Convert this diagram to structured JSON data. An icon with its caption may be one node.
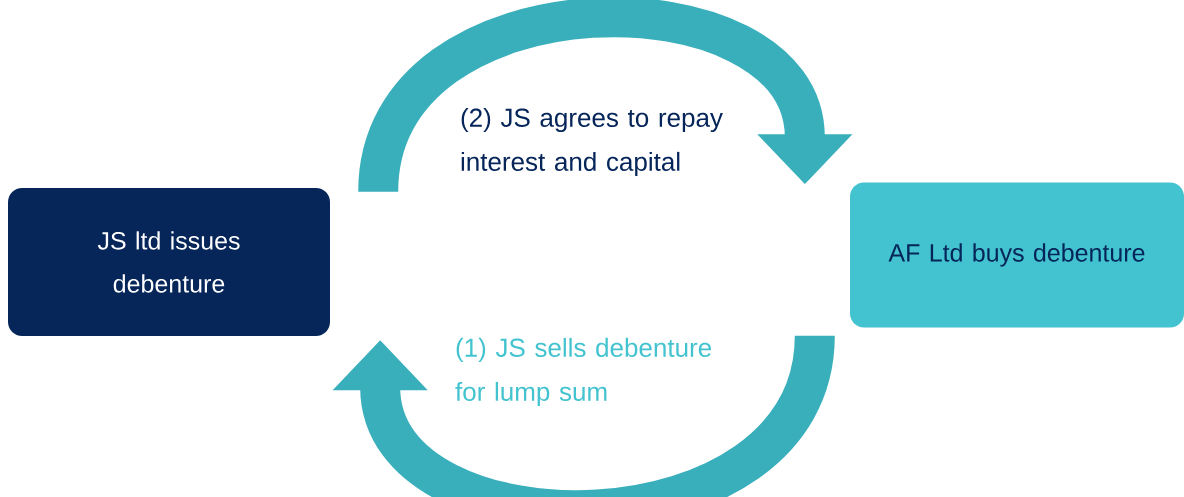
{
  "diagram": {
    "nodes": [
      {
        "text": [
          "JS ltd issues debenture"
        ]
      },
      {
        "text": [
          "AF Ltd buys debenture"
        ]
      }
    ],
    "edges": [
      {
        "from": 0,
        "to": 1,
        "arrow": "to",
        "label": "(2) JS agrees to repay interest and capital"
      },
      {
        "from": 1,
        "to": 0,
        "arrow": "to",
        "label": "(1) JS sells debenture for lump sum"
      }
    ]
  }
}
